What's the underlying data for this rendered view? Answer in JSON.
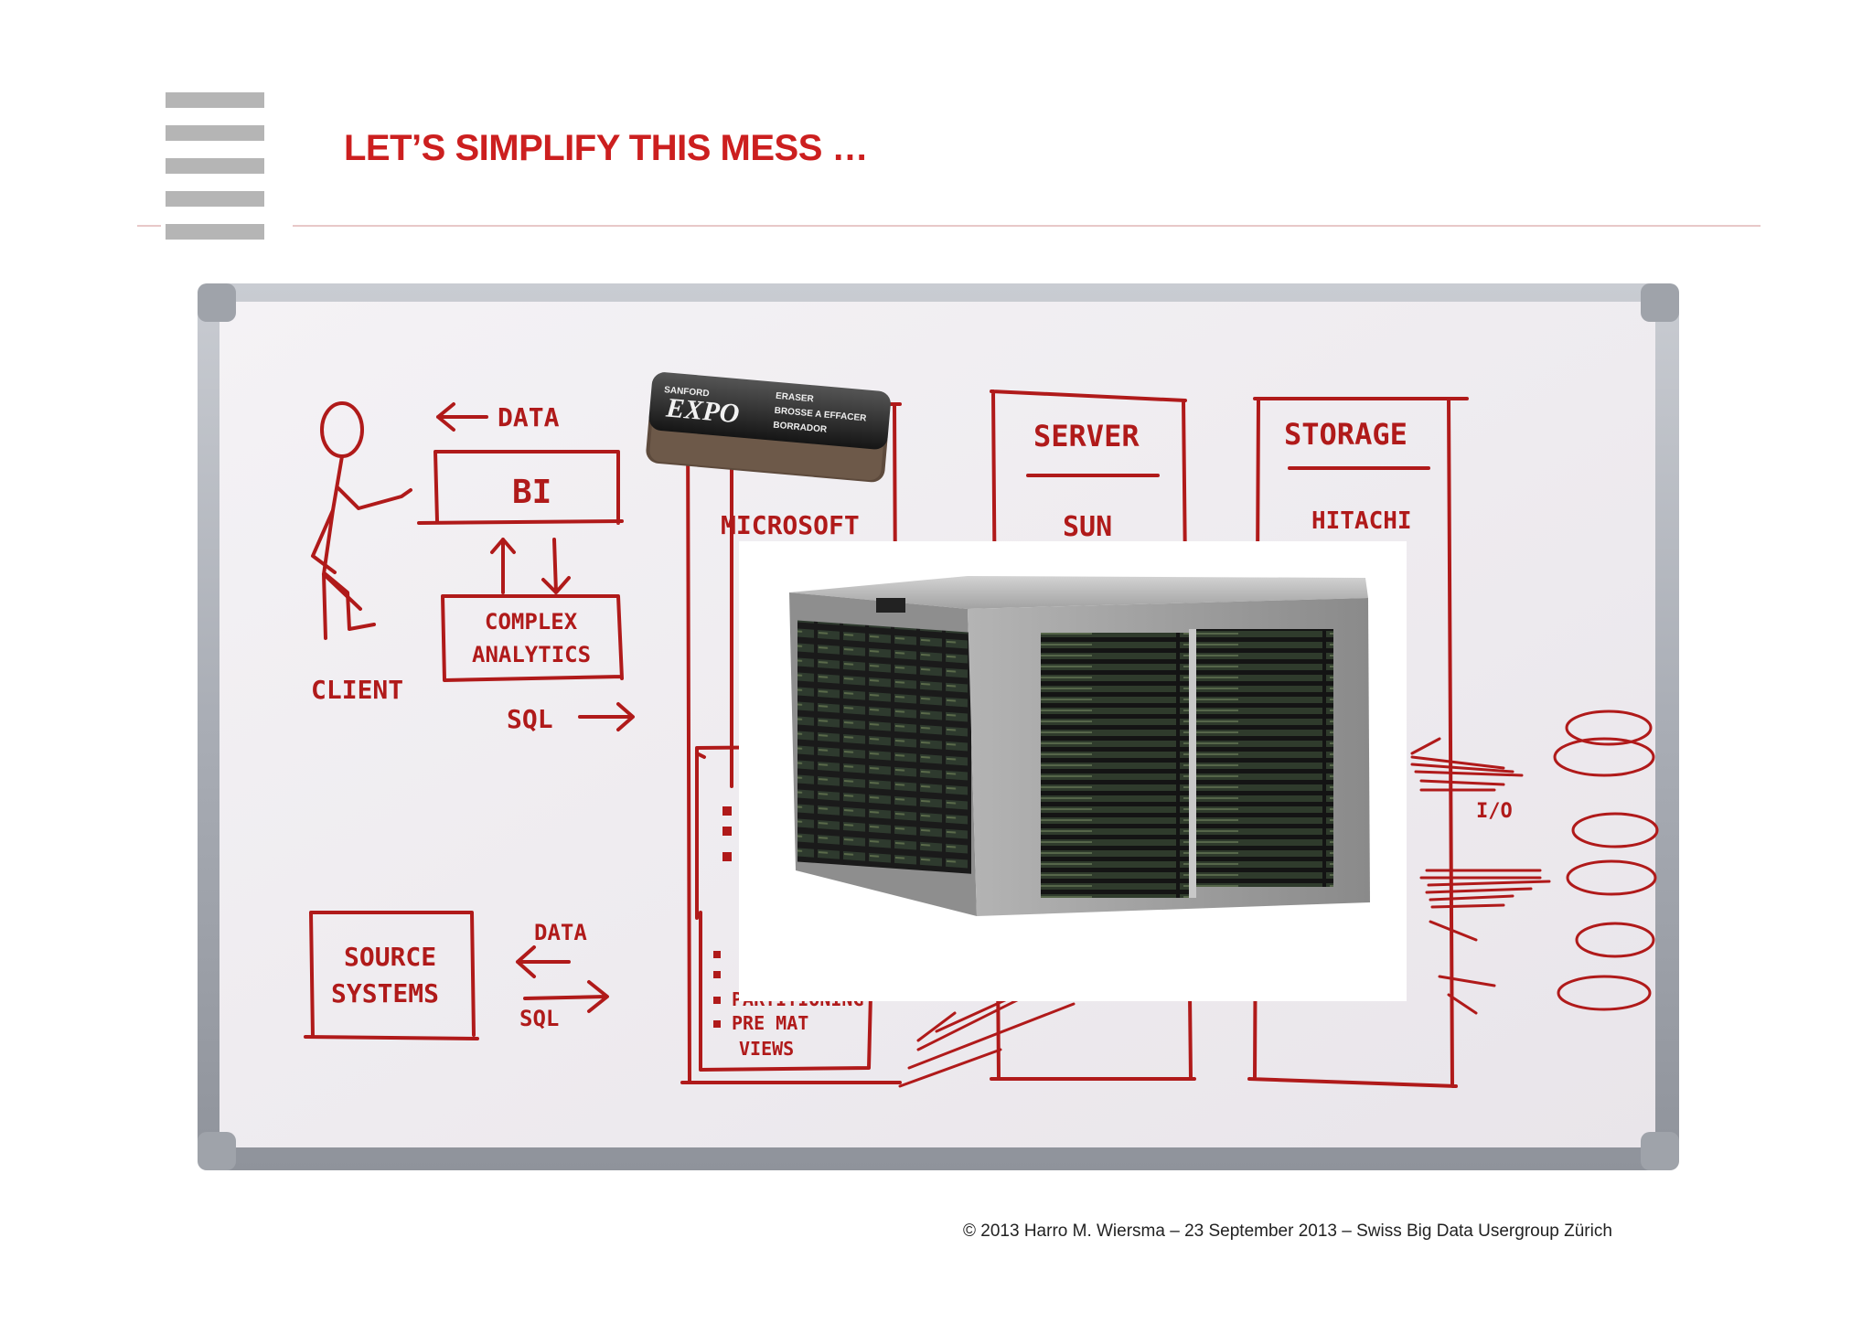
{
  "slide": {
    "title": "LET’S SIMPLIFY THIS MESS …",
    "footer": "© 2013 Harro M. Wiersma – 23 September 2013 – Swiss Big Data Usergroup Zürich"
  },
  "whiteboard": {
    "client_label": "CLIENT",
    "data_top": "DATA",
    "bi_box": "BI",
    "analytics_line1": "COMPLEX",
    "analytics_line2": "ANALYTICS",
    "sql_mid": "SQL",
    "source_line1": "SOURCE",
    "source_line2": "SYSTEMS",
    "data_bottom": "DATA",
    "sql_bottom": "SQL",
    "microsoft": "MICROSOFT",
    "server_header": "SERVER",
    "server_vendor": "SUN",
    "storage_header": "STORAGE",
    "storage_vendor": "HITACHI",
    "io_label": "I/O",
    "partitioning": "PARTITIONING",
    "pre_mat": "PRE MAT",
    "views": "VIEWS"
  },
  "eraser": {
    "brand_line1": "SANFORD",
    "brand_line2": "EXPO",
    "text1": "ERASER",
    "text2": "BROSSE A EFFACER",
    "text3": "BORRADOR"
  },
  "colors": {
    "accent": "#cc1f1f",
    "marker": "#b01a1a",
    "logo_bars": "#b5b5b5"
  }
}
